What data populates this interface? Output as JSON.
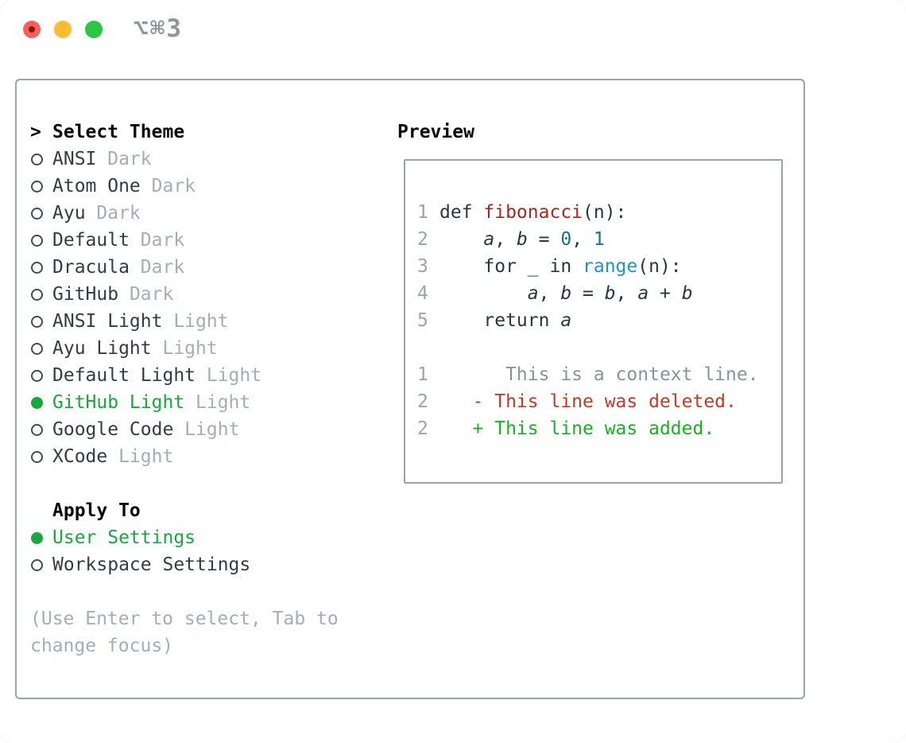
{
  "window": {
    "title": "⌥⌘3",
    "traffic_lights": [
      {
        "name": "close",
        "color": "#ff5f57"
      },
      {
        "name": "minimize",
        "color": "#febc2e"
      },
      {
        "name": "zoom",
        "color": "#28c840"
      }
    ]
  },
  "theme_panel": {
    "header": {
      "prefix": ">",
      "label": "Select Theme"
    },
    "items": [
      {
        "name": "ANSI",
        "variant": "Dark",
        "selected": false
      },
      {
        "name": "Atom One",
        "variant": "Dark",
        "selected": false
      },
      {
        "name": "Ayu",
        "variant": "Dark",
        "selected": false
      },
      {
        "name": "Default",
        "variant": "Dark",
        "selected": false
      },
      {
        "name": "Dracula",
        "variant": "Dark",
        "selected": false
      },
      {
        "name": "GitHub",
        "variant": "Dark",
        "selected": false
      },
      {
        "name": "ANSI Light",
        "variant": "Light",
        "selected": false
      },
      {
        "name": "Ayu Light",
        "variant": "Light",
        "selected": false
      },
      {
        "name": "Default Light",
        "variant": "Light",
        "selected": false
      },
      {
        "name": "GitHub Light",
        "variant": "Light",
        "selected": true
      },
      {
        "name": "Google Code",
        "variant": "Light",
        "selected": false
      },
      {
        "name": "XCode",
        "variant": "Light",
        "selected": false
      }
    ],
    "apply_to": {
      "label": "Apply To",
      "options": [
        {
          "name": "User Settings",
          "selected": true
        },
        {
          "name": "Workspace Settings",
          "selected": false
        }
      ]
    },
    "footer": "(Use Enter to select, Tab to\nchange focus)"
  },
  "preview": {
    "label": "Preview",
    "code_lines": [
      {
        "num": "1",
        "segments": [
          {
            "t": "def ",
            "c": "p"
          },
          {
            "t": "fibonacci",
            "c": "fn"
          },
          {
            "t": "(n):",
            "c": "p"
          }
        ]
      },
      {
        "num": "2",
        "segments": [
          {
            "t": "    ",
            "c": "p"
          },
          {
            "t": "a",
            "c": "v"
          },
          {
            "t": ", ",
            "c": "p"
          },
          {
            "t": "b",
            "c": "v"
          },
          {
            "t": " = ",
            "c": "p"
          },
          {
            "t": "0",
            "c": "num"
          },
          {
            "t": ", ",
            "c": "p"
          },
          {
            "t": "1",
            "c": "num"
          }
        ]
      },
      {
        "num": "3",
        "segments": [
          {
            "t": "    for _ in ",
            "c": "p"
          },
          {
            "t": "range",
            "c": "bi"
          },
          {
            "t": "(n):",
            "c": "p"
          }
        ]
      },
      {
        "num": "4",
        "segments": [
          {
            "t": "        ",
            "c": "p"
          },
          {
            "t": "a",
            "c": "v"
          },
          {
            "t": ", ",
            "c": "p"
          },
          {
            "t": "b",
            "c": "v"
          },
          {
            "t": " = ",
            "c": "p"
          },
          {
            "t": "b",
            "c": "v"
          },
          {
            "t": ", ",
            "c": "p"
          },
          {
            "t": "a",
            "c": "v"
          },
          {
            "t": " + ",
            "c": "p"
          },
          {
            "t": "b",
            "c": "v"
          }
        ]
      },
      {
        "num": "5",
        "segments": [
          {
            "t": "    return ",
            "c": "p"
          },
          {
            "t": "a",
            "c": "v"
          }
        ]
      }
    ],
    "diff_lines": [
      {
        "num": "1",
        "segments": [
          {
            "t": "      This is a context line.",
            "c": "ctx"
          }
        ]
      },
      {
        "num": "2",
        "segments": [
          {
            "t": "   - This line was deleted.",
            "c": "del"
          }
        ]
      },
      {
        "num": "2",
        "segments": [
          {
            "t": "   + This line was added.",
            "c": "add"
          }
        ]
      }
    ]
  },
  "colors": {
    "selected_green": "#17a83e",
    "menu_text": "#363b42",
    "muted_gray": "#a4adb8",
    "line_number_gray": "#9aa4b1",
    "border_gray": "#9aa3ad",
    "function_red": "#a8281c",
    "number_teal": "#0e7490",
    "builtin_blue": "#2390cf",
    "diff_deleted_red": "#c43a24",
    "diff_added_green": "#13b41f",
    "title_gray": "#8e959c"
  }
}
